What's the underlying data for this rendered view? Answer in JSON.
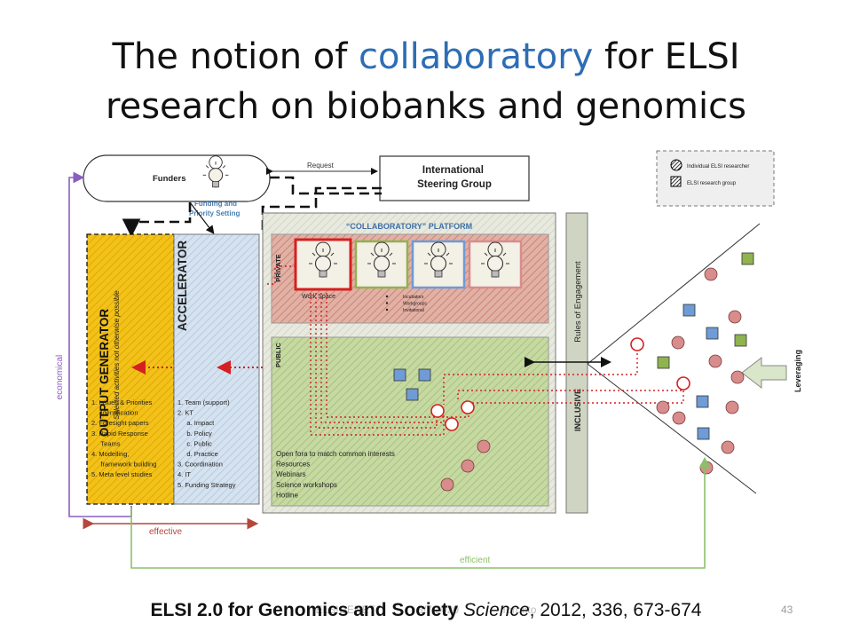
{
  "title": {
    "line1_pre": "The notion of ",
    "line1_highlight": "collaboratory",
    "line1_post": " for ELSI",
    "line2": "research on biobanks and genomics"
  },
  "diagram": {
    "funders": "Funders",
    "request": "Request",
    "funding_priority_1": "Funding and",
    "funding_priority_2": "Priority Setting",
    "steering_1": "International",
    "steering_2": "Steering Group",
    "legend_individual": "Individual ELSI researcher",
    "legend_group": "ELSI research group",
    "platform": "“COLLABORATORY” PLATFORM",
    "private": "PRIVATE",
    "public": "PUBLIC",
    "workspace": "Work Space",
    "private_bullets": [
      "Incubators",
      "Workgroups",
      "Invitational"
    ],
    "rules": "Rules of Engagement",
    "inclusive": "INCLUSIVE",
    "leveraging": "Leveraging",
    "output_generator": "OUTPUT GENERATOR",
    "output_subtitle_1": "Selected activities",
    "output_subtitle_2": "not otherwise possible",
    "output_items": [
      "1. Issues & Priorities",
      "     Identification",
      "2. Foresight papers",
      "3. Rapid Response",
      "     Teams",
      "4. Modelling,",
      "     framework building",
      "5. Meta level studies"
    ],
    "accelerator": "ACCELERATOR",
    "accelerator_items": [
      "1. Team (support)",
      "2. KT",
      "     a. Impact",
      "     b. Policy",
      "     c. Public",
      "     d. Practice",
      "3. Coordination",
      "4. IT",
      "5. Funding Strategy"
    ],
    "public_items": [
      "Open fora to match common interests",
      "Resources",
      "Webinars",
      "Science workshops",
      "Hotline"
    ],
    "economical": "economical",
    "effective": "effective",
    "efficient": "efficient"
  },
  "citation": {
    "bold": "ELSI 2.0 for Genomics and Society",
    "journal": "Science",
    "rest": ", 2012, 336, 673-674"
  },
  "footer": {
    "left": "ELSIGENET",
    "date": "3/7/2020",
    "right": "Toronto"
  },
  "page_number": "43",
  "colors": {
    "title_highlight": "#2e6db4",
    "output_yellow": "#f2c21b",
    "accelerator_blue": "#c8d8ea",
    "private_red": "#d99a8c",
    "public_green": "#b9cf8f",
    "economical_purple": "#8a5ec0",
    "effective_red": "#b5473a",
    "efficient_green": "#8cbf6a",
    "researcher_pink": "#d98c8c",
    "group_blue": "#6f9bd6",
    "group_green": "#8fb34f"
  },
  "icons": [
    "lightbulb-icon",
    "individual-researcher-icon",
    "research-group-icon"
  ]
}
